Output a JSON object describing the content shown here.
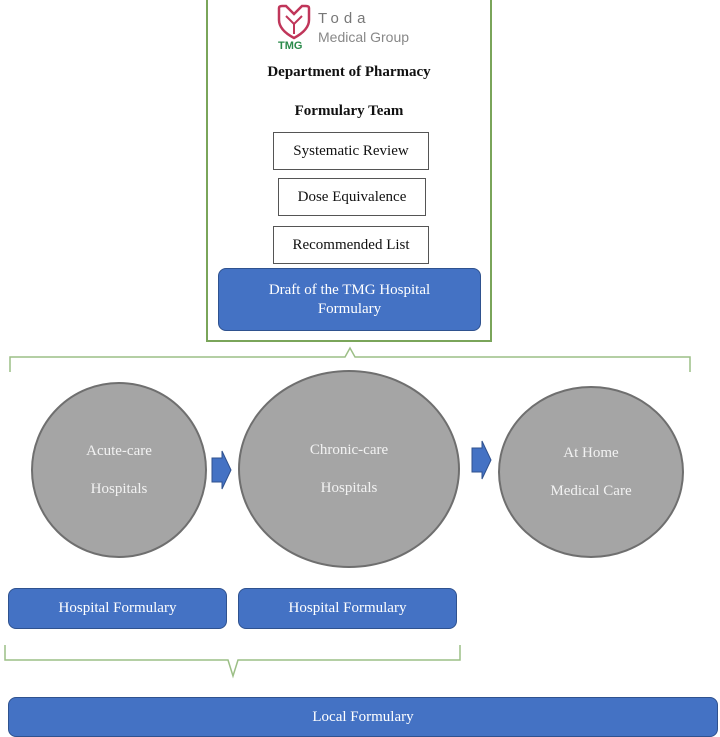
{
  "logo": {
    "brand": "Toda",
    "subtitle": "Medical Group",
    "abbrev": "TMG",
    "mark_color": "#c0365a",
    "abbrev_color": "#2a8a4a"
  },
  "header": {
    "department": "Department of Pharmacy",
    "team": "Formulary Team"
  },
  "steps": [
    "Systematic Review",
    "Dose Equivalence",
    "Recommended List"
  ],
  "draft": {
    "line1": "Draft of the TMG Hospital",
    "line2": "Formulary"
  },
  "facilities": [
    {
      "line1": "Acute-care",
      "line2": "Hospitals"
    },
    {
      "line1": "Chronic-care",
      "line2": "Hospitals"
    },
    {
      "line1": "At Home",
      "line2": "Medical Care"
    }
  ],
  "hospital_formularies": [
    "Hospital Formulary",
    "Hospital Formulary"
  ],
  "local_formulary": "Local Formulary",
  "colors": {
    "frame_green": "#7aa55a",
    "box_blue": "#4472c4",
    "circle_gray": "#a5a5a5",
    "arrow_blue": "#4472c4"
  }
}
